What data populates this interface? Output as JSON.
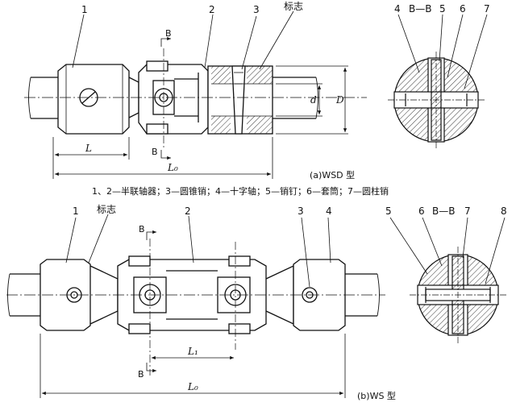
{
  "wsd": {
    "callouts": {
      "c1": "1",
      "c2": "2",
      "c3": "3",
      "mark": "标志"
    },
    "section": {
      "label": "B—B",
      "c4": "4",
      "c5": "5",
      "c6": "6",
      "c7": "7"
    },
    "cut_letter": "B",
    "dims": {
      "L": "L",
      "L0": "L₀",
      "d": "d",
      "D": "D"
    },
    "caption": "(a)WSD 型",
    "legend": "1、2—半联轴器；3—圆锥销；4—十字轴；5—销钉；6—套筒；7—圆柱销"
  },
  "ws": {
    "callouts": {
      "c1": "1",
      "mark": "标志",
      "c2": "2",
      "c3": "3",
      "c4": "4"
    },
    "section": {
      "label": "B—B",
      "c5": "5",
      "c6": "6",
      "c7": "7",
      "c8": "8"
    },
    "cut_letter": "B",
    "dims": {
      "L1": "L₁",
      "L0": "L₀"
    },
    "caption": "(b)WS 型"
  }
}
